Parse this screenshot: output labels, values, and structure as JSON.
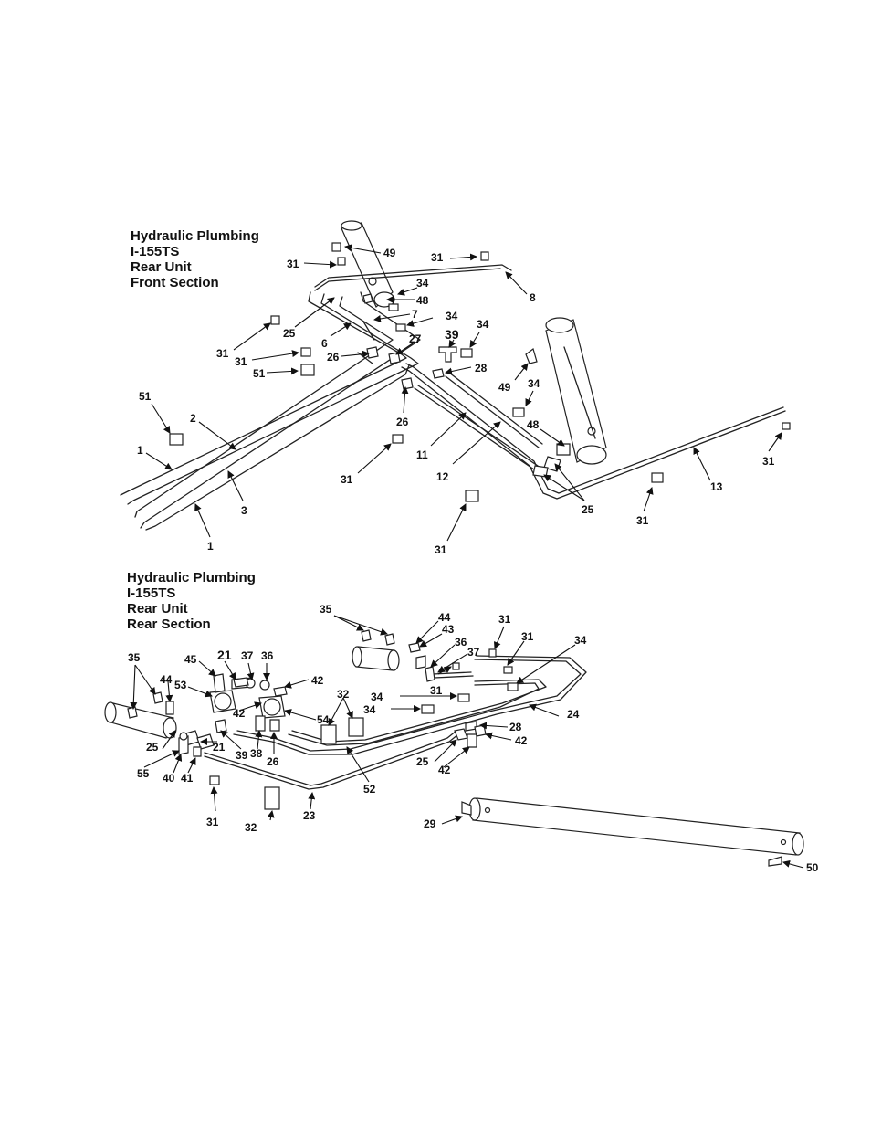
{
  "sections": [
    {
      "title_lines": [
        "Hydraulic Plumbing",
        "I-155TS",
        "Rear Unit",
        "Front Section"
      ]
    },
    {
      "title_lines": [
        "Hydraulic Plumbing",
        "I-155TS",
        "Rear Unit",
        "Rear Section"
      ]
    }
  ],
  "front_callouts": [
    "49",
    "31",
    "31",
    "8",
    "34",
    "48",
    "25",
    "7",
    "34",
    "39",
    "34",
    "31",
    "6",
    "26",
    "27",
    "31",
    "51",
    "28",
    "49",
    "34",
    "51",
    "2",
    "26",
    "1",
    "48",
    "11",
    "12",
    "31",
    "3",
    "13",
    "25",
    "31",
    "1",
    "31"
  ],
  "rear_callouts": [
    "35",
    "44",
    "43",
    "31",
    "31",
    "34",
    "36",
    "37",
    "45",
    "21",
    "37",
    "36",
    "42",
    "35",
    "44",
    "53",
    "31",
    "32",
    "34",
    "24",
    "42",
    "54",
    "34",
    "28",
    "42",
    "25",
    "21",
    "39",
    "38",
    "26",
    "42",
    "55",
    "40",
    "41",
    "52",
    "31",
    "23",
    "32",
    "29",
    "50"
  ]
}
